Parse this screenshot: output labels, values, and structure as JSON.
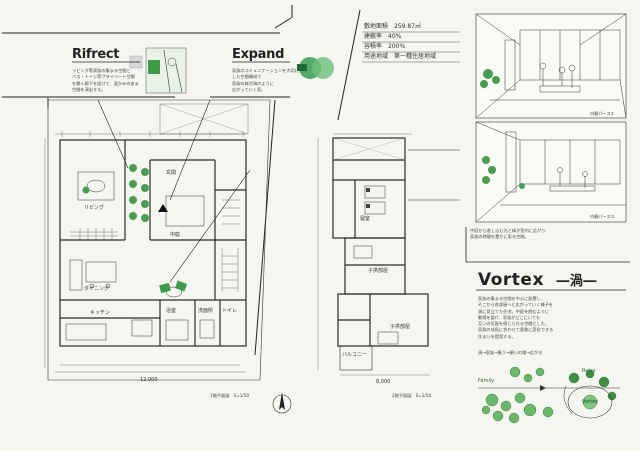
{
  "concepts": {
    "reflect_title": "Rifrect",
    "expand_title": "Expand",
    "reflect_text": "リビング等家族の集まる空間と\nバス・トイレ等プライベート空間\nを繋ぐ廊下を設けて、温かみのある\n空間を演出する。",
    "expand_text": "家族のコミュニケーションを大切に\nした空間構成で\n家族の絆が渦のように\n広がっていく家。"
  },
  "stats": {
    "floor_area": "敷地面積　259.87㎡",
    "building_coverage": "建蔽率　40%",
    "floor_ratio": "容積率　200%",
    "zoning": "用途地域　第一種住居地域"
  },
  "vortex": {
    "title": "Vortex",
    "subtitle": "―渦―",
    "description": "家族の集まる空間を中心に配置し、\nそこから各部屋へと広がっていく様子を\n渦に見立てた住宅。中庭を囲むように\n動線を設け、家族がどこにいても\n互いの気配を感じられる空間とした。\n家族の成長に合わせて柔軟に変化できる\n住まいを提案する。",
    "relation": "渦→家族→集う→憩いの場→広がる"
  },
  "perspective": {
    "caption_top": "内観パース①",
    "caption_bottom": "内観パース②",
    "note": "中庭から差し込む光と緑が室内に広がり、\n家族の時間を豊かに彩る空間。"
  },
  "plans": {
    "first_floor_caption": "1階平面図　S=1/50",
    "second_floor_caption": "2階平面図　S=1/50",
    "rooms_1f": {
      "living": "リビング",
      "dining": "ダイニング",
      "courtyard": "中庭",
      "entrance": "玄関",
      "kitchen": "キッチン",
      "bath": "浴室",
      "washroom": "洗面所",
      "toilet": "トイレ"
    },
    "rooms_2f": {
      "bedroom": "寝室",
      "kids1": "子供部屋",
      "kids2": "子供部屋",
      "balcony": "バルコニー"
    },
    "dim_total": "12,000",
    "dim_total_2f": "8,000"
  },
  "diagram": {
    "left_label": "Family",
    "right_label": "Relax",
    "center_label": "Vortex"
  },
  "colors": {
    "accent_green": "#2e8b3f",
    "light_green": "#8fcf8a",
    "line": "#2a2a2a",
    "paper": "#f5f5f1"
  }
}
